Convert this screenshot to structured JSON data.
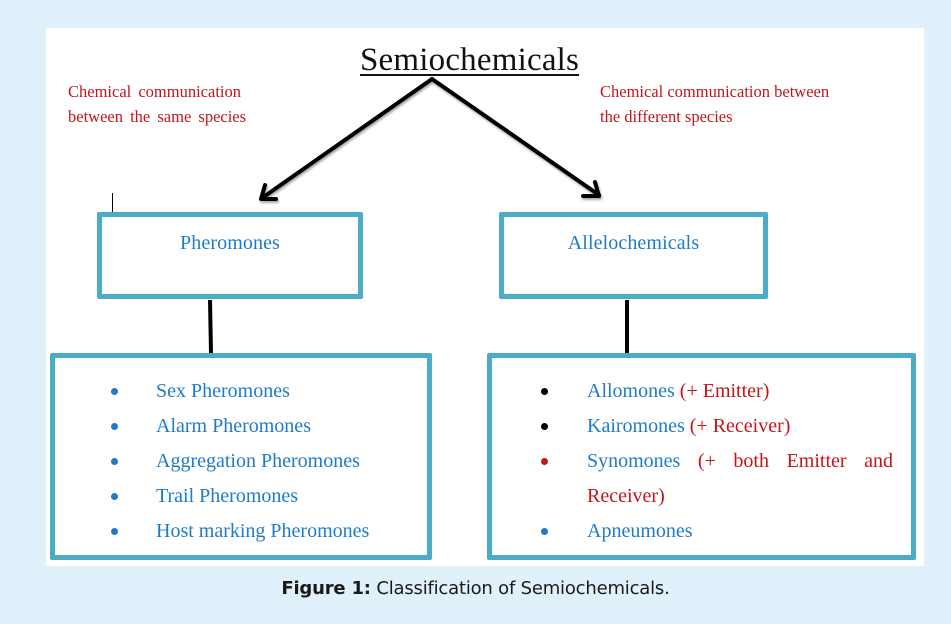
{
  "diagram": {
    "title": "Semiochemicals",
    "notes": {
      "left": "Chemical communication between the same species",
      "right": "Chemical communication between the different species"
    },
    "branches": [
      {
        "label": "Pheromones",
        "items": [
          {
            "name": "Sex Pheromones",
            "detail": "",
            "bullet_color": "#1f7bc8"
          },
          {
            "name": "Alarm Pheromones",
            "detail": "",
            "bullet_color": "#1f7bc8"
          },
          {
            "name": "Aggregation Pheromones",
            "detail": "",
            "bullet_color": "#1f7bc8"
          },
          {
            "name": "Trail Pheromones",
            "detail": "",
            "bullet_color": "#1f7bc8"
          },
          {
            "name": "Host marking Pheromones",
            "detail": "",
            "bullet_color": "#1f7bc8"
          }
        ]
      },
      {
        "label": "Allelochemicals",
        "items": [
          {
            "name": "Allomones",
            "detail": "(+ Emitter)",
            "bullet_color": "#000000"
          },
          {
            "name": "Kairomones",
            "detail": "(+ Receiver)",
            "bullet_color": "#000000"
          },
          {
            "name": "Synomones",
            "detail": "(+ both Emitter and Receiver)",
            "bullet_color": "#c0161c"
          },
          {
            "name": "Apneumones",
            "detail": "",
            "bullet_color": "#1f7bc8"
          }
        ]
      }
    ]
  },
  "caption": {
    "label": "Figure 1:",
    "text": " Classification of Semiochemicals."
  },
  "colors": {
    "page_background": "#e1f1fb",
    "box_border": "#4bacc6",
    "term_text": "#1f7bc8",
    "annotation_text": "#c0161c"
  }
}
